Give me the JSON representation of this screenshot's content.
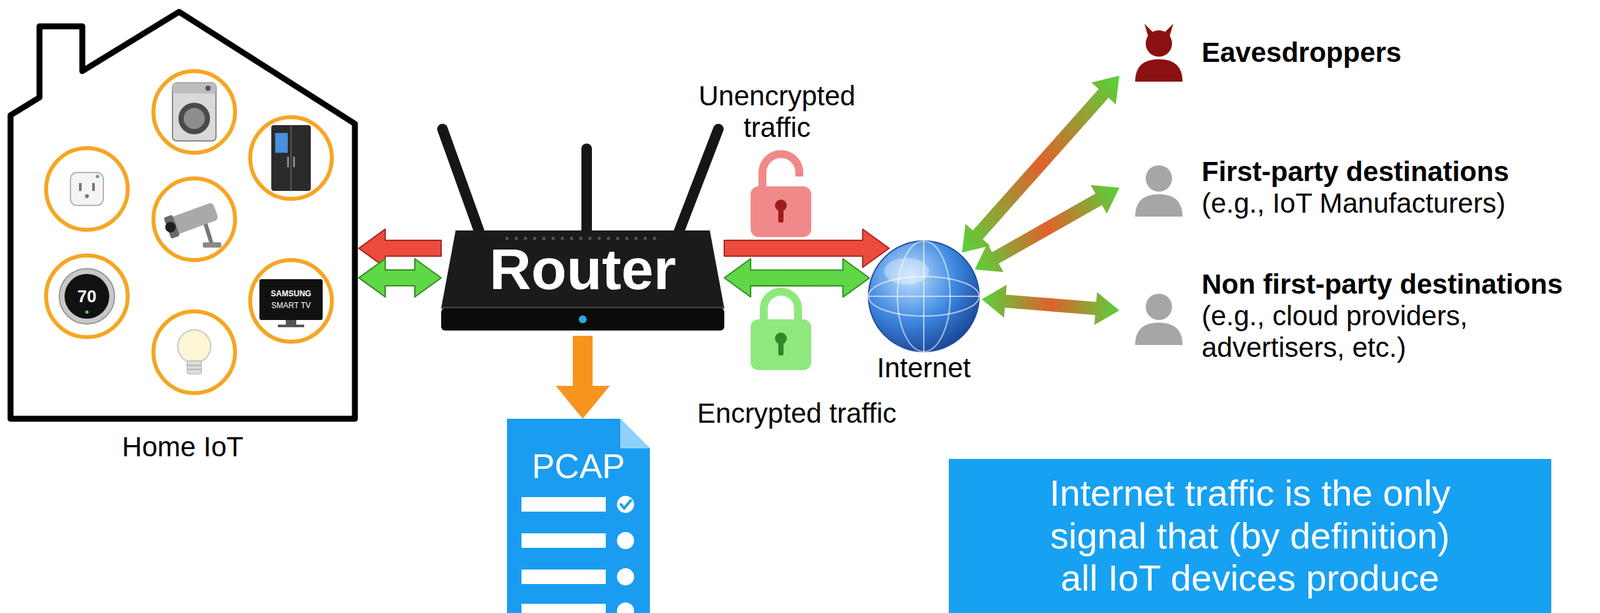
{
  "diagram": {
    "nodes": [
      {
        "text": [
          "Home IoT"
        ]
      },
      {
        "text": [
          "Router"
        ]
      },
      {
        "text": [
          "PCAP"
        ]
      },
      {
        "text": [
          "Internet"
        ]
      },
      {
        "text": [
          "Eavesdroppers"
        ]
      },
      {
        "text": [
          "First-party destinations",
          "(e.g., IoT Manufacturers)"
        ]
      },
      {
        "text": [
          "Non first-party destinations",
          "(e.g., cloud providers, advertisers, etc.)"
        ]
      },
      {
        "text": [
          "Internet traffic is the only signal that (by definition) all IoT devices produce"
        ]
      }
    ],
    "edges": [
      {
        "from": 1,
        "to": 0,
        "arrow": "to"
      },
      {
        "from": 0,
        "to": 1,
        "arrow": "both"
      },
      {
        "from": 1,
        "to": 3,
        "arrow": "to",
        "label": "Unencrypted traffic"
      },
      {
        "from": 1,
        "to": 3,
        "arrow": "both",
        "label": "Encrypted traffic"
      },
      {
        "from": 1,
        "to": 2,
        "arrow": "to"
      },
      {
        "from": 3,
        "to": 4,
        "arrow": "both"
      },
      {
        "from": 3,
        "to": 5,
        "arrow": "both"
      },
      {
        "from": 3,
        "to": 6,
        "arrow": "both"
      }
    ],
    "labels": [
      "70",
      "SAMSUNG",
      "SMART TV"
    ]
  }
}
